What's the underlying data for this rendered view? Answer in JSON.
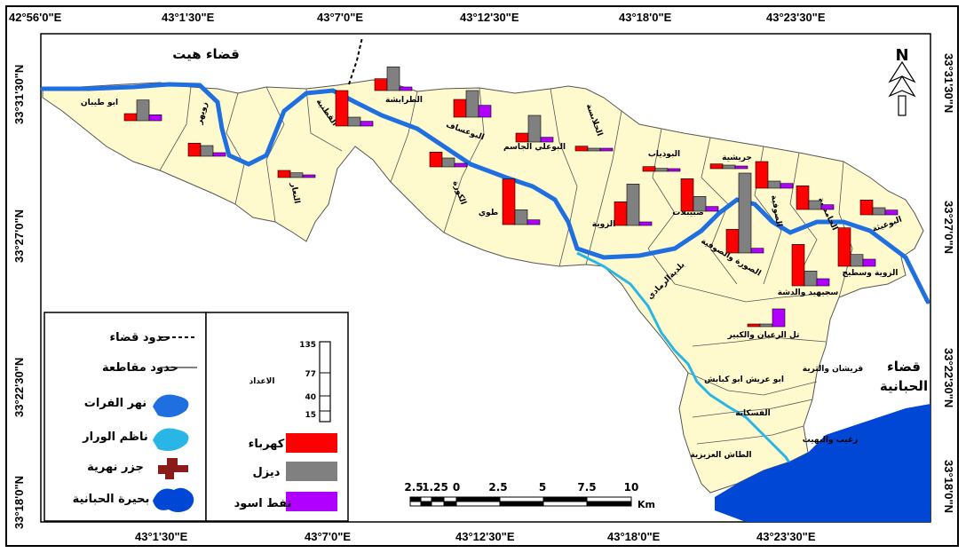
{
  "coords": {
    "top": [
      "42°56'0\"E",
      "43°1'30\"E",
      "43°7'0\"E",
      "43°12'30\"E",
      "43°18'0\"E",
      "43°23'30\"E"
    ],
    "bottom": [
      "43°1'30\"E",
      "43°7'0\"E",
      "43°12'30\"E",
      "43°18'0\"E",
      "43°23'30\"E"
    ],
    "left": [
      "33°31'30\"N",
      "33°27'0\"N",
      "33°22'30\"N",
      "33°18'0\"N"
    ],
    "right": [
      "33°31'30\"N",
      "33°27'0\"N",
      "33°22'30\"N",
      "33°18'0\"N"
    ]
  },
  "map": {
    "district_hit": "قضاء هيت",
    "district_habbaniya_1": "قضاء",
    "district_habbaniya_2": "الحبانية",
    "north_label": "N",
    "regions": [
      {
        "name": "ابو طيبان"
      },
      {
        "name": "زويهر"
      },
      {
        "name": "النعار"
      },
      {
        "name": "القطنية"
      },
      {
        "name": "الطرابشة"
      },
      {
        "name": "البوعساف"
      },
      {
        "name": "البوعلي الجاسم"
      },
      {
        "name": "الحلابسة"
      },
      {
        "name": "البوذياب"
      },
      {
        "name": "الكورة"
      },
      {
        "name": "طوي"
      },
      {
        "name": "الزوية"
      },
      {
        "name": "جريشية"
      },
      {
        "name": "صبيبلات"
      },
      {
        "name": "الصوفية"
      },
      {
        "name": "الحامضية"
      },
      {
        "name": "البوعيثة"
      },
      {
        "name": "الزوية وسطيح"
      },
      {
        "name": "سجيهيد والدشة"
      },
      {
        "name": "الصورة والصوفية"
      },
      {
        "name": "بلديةالرمادي"
      },
      {
        "name": "تل الرعبان والكبير"
      },
      {
        "name": "قريشان والثرية"
      },
      {
        "name": "ابو عريش ابو كبابش"
      },
      {
        "name": "الفسكانة"
      },
      {
        "name": "زغيب والبهيت"
      },
      {
        "name": "الطاش العزيزية"
      }
    ]
  },
  "legend": {
    "lines": [
      {
        "label": "حدود قضاء"
      },
      {
        "label": "حدود مقاطعة"
      },
      {
        "label": "نهر الفرات"
      },
      {
        "label": "ناظم الورار"
      },
      {
        "label": "جزر نهرية"
      },
      {
        "label": "بحيرة الحبانية"
      }
    ],
    "chart_scale_title": "الاعداد",
    "chart_scale_ticks": [
      "135",
      "77",
      "40",
      "15"
    ],
    "series": [
      {
        "label": "كهرباء",
        "color": "#ff0000"
      },
      {
        "label": "ديزل",
        "color": "#808080"
      },
      {
        "label": "نفط اسود",
        "color": "#b000ff"
      }
    ]
  },
  "scalebar": {
    "labels": [
      "2.5",
      "1.25",
      "0",
      "2.5",
      "5",
      "7.5",
      "10"
    ],
    "unit": "Km"
  },
  "colors": {
    "land": "#fffacd",
    "euphrates": "#1f6fe0",
    "warrar": "#29b6e6",
    "lake": "#0047d6",
    "electricity": "#ff0000",
    "diesel": "#808080",
    "fuel_oil": "#b000ff"
  },
  "chart_data": {
    "type": "bar",
    "series_names": [
      "كهرباء",
      "ديزل",
      "نفط اسود"
    ],
    "scale_ticks": [
      15,
      40,
      77,
      135
    ],
    "bars": [
      {
        "values": [
          12,
          35,
          10
        ]
      },
      {
        "values": [
          22,
          18,
          6
        ]
      },
      {
        "values": [
          12,
          8,
          4
        ]
      },
      {
        "values": [
          60,
          15,
          8
        ]
      },
      {
        "values": [
          20,
          40,
          6
        ]
      },
      {
        "values": [
          30,
          45,
          20
        ]
      },
      {
        "values": [
          15,
          45,
          8
        ]
      },
      {
        "values": [
          8,
          4,
          3
        ]
      },
      {
        "values": [
          8,
          5,
          3
        ]
      },
      {
        "values": [
          25,
          15,
          6
        ]
      },
      {
        "values": [
          77,
          25,
          8
        ]
      },
      {
        "values": [
          40,
          70,
          6
        ]
      },
      {
        "values": [
          8,
          6,
          3
        ]
      },
      {
        "values": [
          55,
          25,
          8
        ]
      },
      {
        "values": [
          40,
          135,
          8
        ]
      },
      {
        "values": [
          45,
          12,
          8
        ]
      },
      {
        "values": [
          40,
          15,
          8
        ]
      },
      {
        "values": [
          65,
          20,
          12
        ]
      },
      {
        "values": [
          70,
          25,
          12
        ]
      },
      {
        "values": [
          25,
          12,
          8
        ]
      },
      {
        "values": [
          4,
          3,
          30
        ]
      }
    ]
  }
}
